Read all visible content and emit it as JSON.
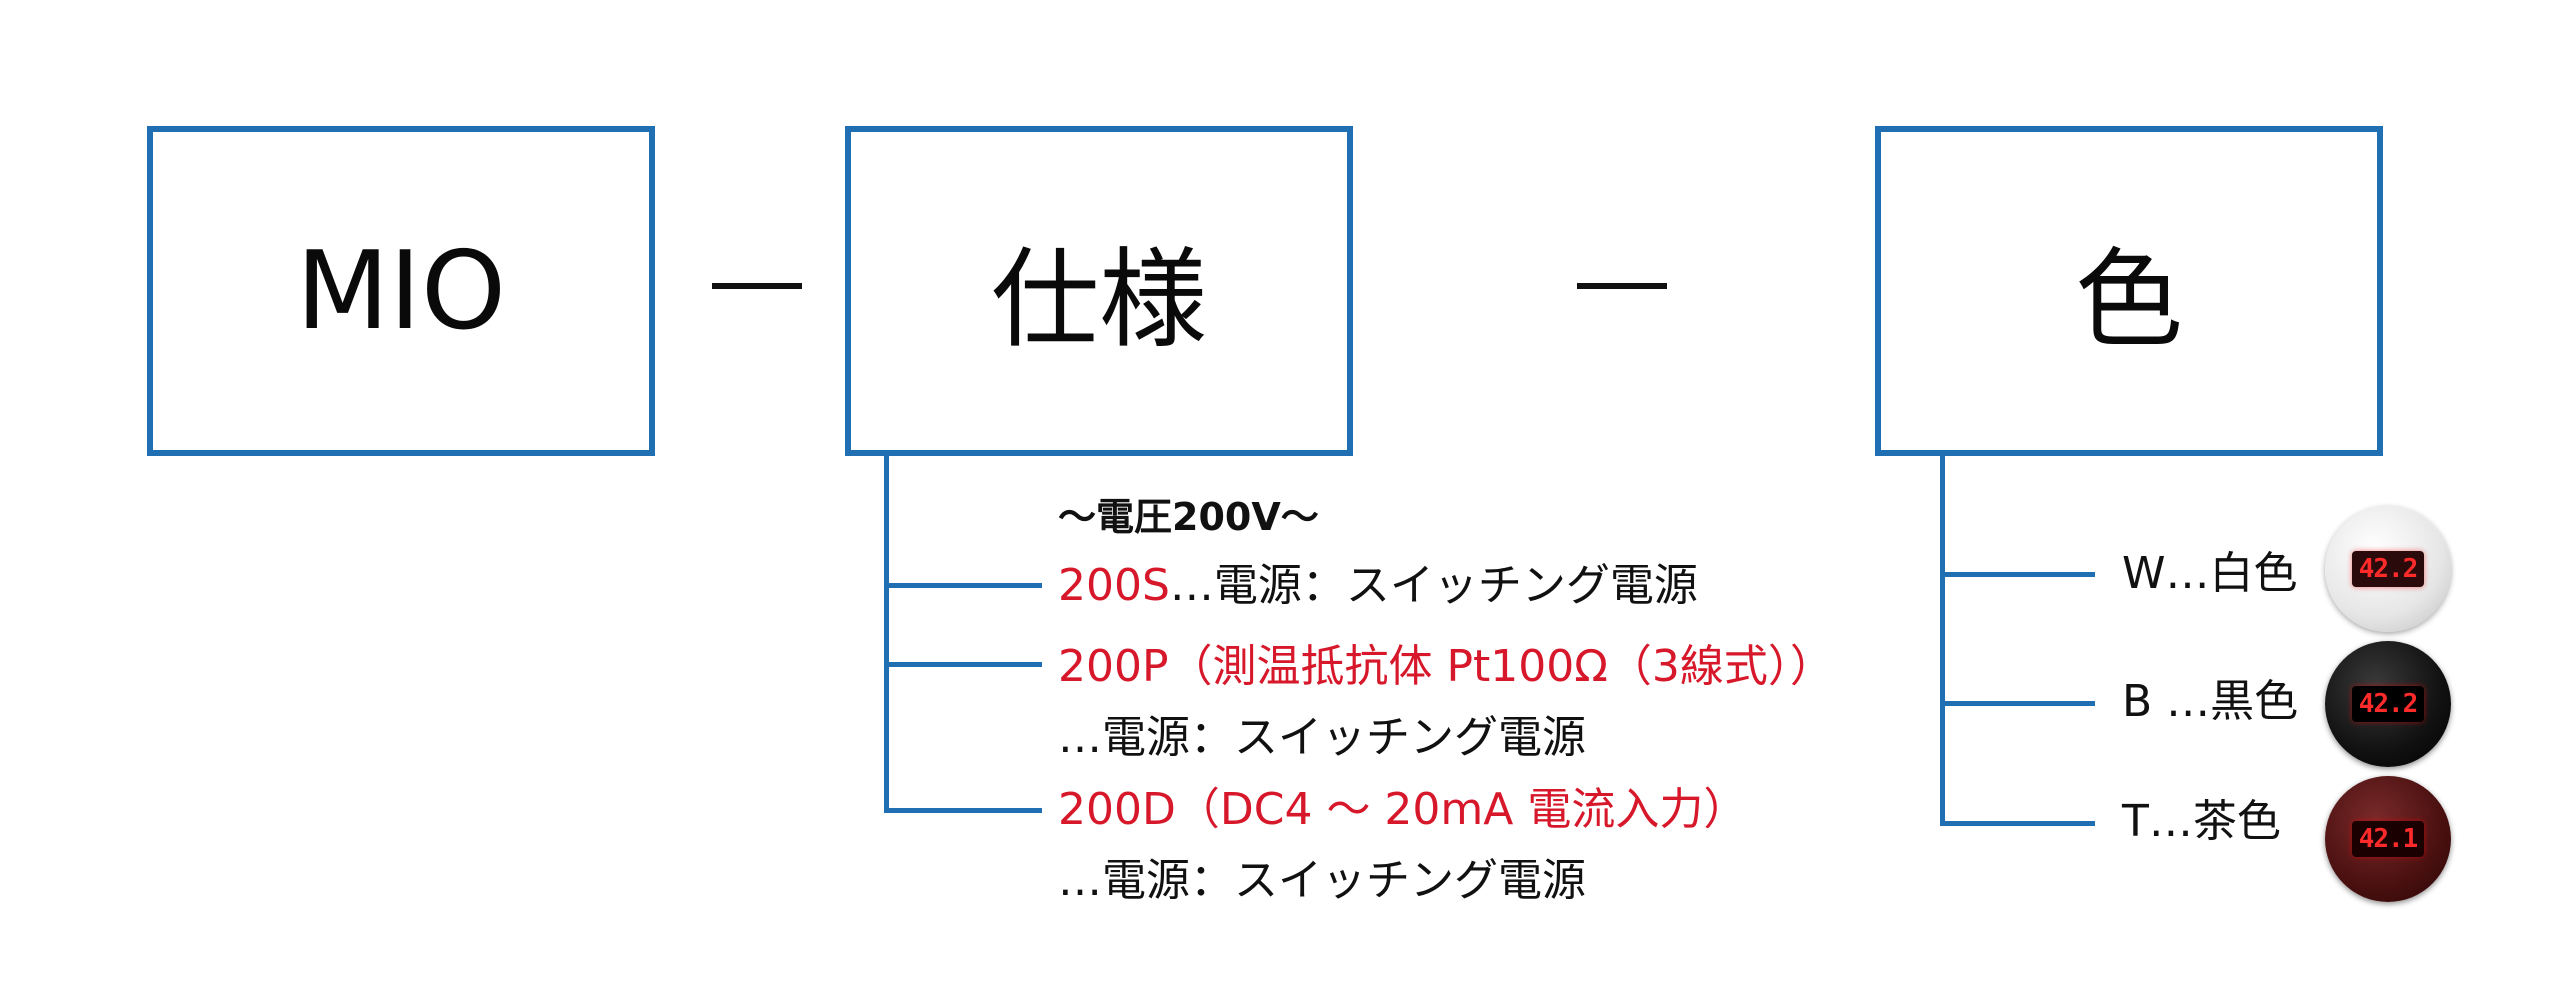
{
  "boxes": {
    "mio": "MIO",
    "spec": "仕様",
    "color": "色"
  },
  "spec_options": {
    "heading": "～電圧200V～",
    "options": [
      {
        "code": "200S",
        "desc": "…電源：スイッチング電源"
      },
      {
        "code": "200P（測温抵抗体 Pt100Ω（3線式））",
        "desc": "…電源：スイッチング電源"
      },
      {
        "code": "200D（DC4 ～ 20mA 電流入力）",
        "desc": "…電源：スイッチング電源"
      }
    ]
  },
  "color_options": [
    {
      "label": "W…白色",
      "display": "42.2",
      "body_color": "#e6e6e6"
    },
    {
      "label": "B …黒色",
      "display": "42.2",
      "body_color": "#111111"
    },
    {
      "label": "T…茶色",
      "display": "42.1",
      "body_color": "#4a1010"
    }
  ],
  "colors": {
    "box_border": "#1f6fb2",
    "highlight": "#d7172a"
  }
}
